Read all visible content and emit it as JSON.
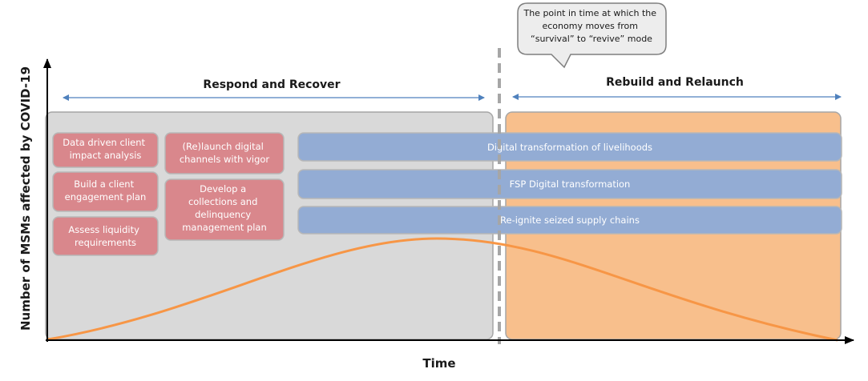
{
  "axes": {
    "y_label": "Number of MSMs affected by COVID-19",
    "x_label": "Time"
  },
  "phases": {
    "left_title": "Respond and Recover",
    "right_title": "Rebuild and Relaunch"
  },
  "callout": {
    "lines": [
      "The point in time at which the",
      "economy moves from",
      "“survival” to “revive” mode"
    ]
  },
  "red_boxes": {
    "col1": [
      {
        "lines": [
          "Data driven client",
          "impact analysis"
        ]
      },
      {
        "lines": [
          "Build a client",
          "engagement plan"
        ]
      },
      {
        "lines": [
          "Assess liquidity",
          "requirements"
        ]
      }
    ],
    "col2": [
      {
        "lines": [
          "(Re)launch digital",
          "channels with vigor"
        ]
      },
      {
        "lines": [
          "Develop a",
          "collections and",
          "delinquency",
          "management plan"
        ]
      }
    ]
  },
  "blue_bars": [
    "Digital transformation of livelihoods",
    "FSP Digital transformation",
    "Re-ignite seized supply chains"
  ],
  "colors": {
    "left_panel": "#d9d9d9",
    "right_panel": "#f8bf8c",
    "red_box": "#d9878c",
    "blue_bar": "#93acd4",
    "curve": "#f79646",
    "arrow": "#4f81bd"
  }
}
